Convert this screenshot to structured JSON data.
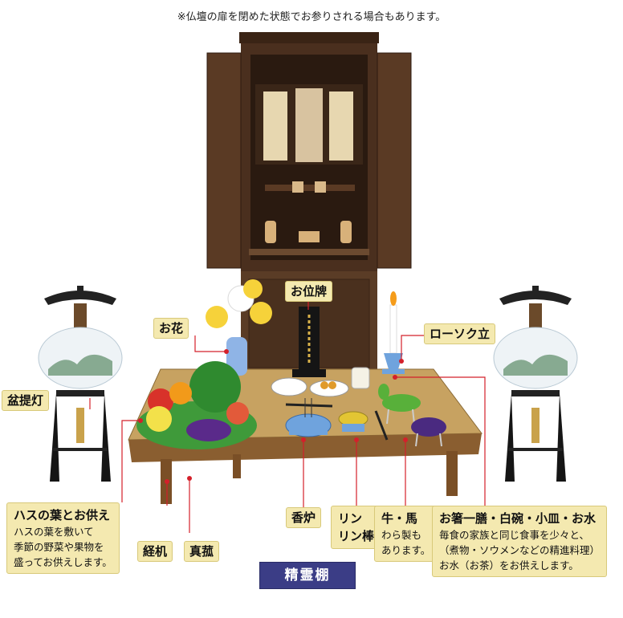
{
  "note": "※仏壇の扉を閉めた状態でお参りされる場合もあります。",
  "title": "精霊棚",
  "labels": {
    "ihai": "お位牌",
    "ohana": "お花",
    "rosoku": "ローソク立",
    "bonchochin": "盆提灯",
    "koro": "香炉",
    "kyozukue": "経机",
    "makomo": "真菰"
  },
  "hasu": {
    "title": "ハスの葉とお供え",
    "lines": [
      "ハスの葉を敷いて",
      "季節の野菜や果物を",
      "盛ってお供えします。"
    ]
  },
  "rin": {
    "line1": "リン",
    "line2": "リン棒"
  },
  "ushiuma": {
    "title": "牛・馬",
    "lines": [
      "わら製も",
      "あります。"
    ]
  },
  "ohashi": {
    "title": "お箸一膳・白碗・小皿・お水",
    "lines": [
      "毎食の家族と同じ食事を少々と、",
      "（煮物・ソウメンなどの精進料理）",
      "お水（お茶）をお供えします。"
    ]
  },
  "colors": {
    "title_bg": "#3b3d86",
    "label_bg": "#f4e9b0",
    "leader": "#d4202a"
  }
}
